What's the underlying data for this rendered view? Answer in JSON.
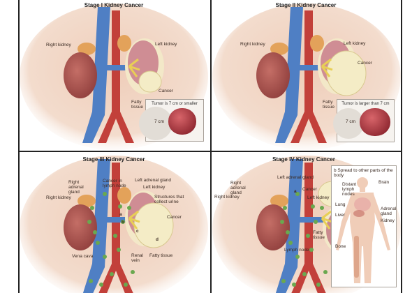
{
  "panels": [
    {
      "title": "Stage I Kidney Cancer",
      "labels": {
        "right_kidney": "Right kidney",
        "left_kidney": "Left kidney",
        "cancer": "Cancer",
        "fatty_tissue": "Fatty tissue"
      },
      "inset": {
        "caption": "Tumor is 7 cm or smaller",
        "size": "7 cm"
      }
    },
    {
      "title": "Stage II Kidney Cancer",
      "labels": {
        "right_kidney": "Right kidney",
        "left_kidney": "Left kidney",
        "cancer": "Cancer",
        "fatty_tissue": "Fatty tissue"
      },
      "inset": {
        "caption": "Tumor is larger than 7 cm",
        "size": "7 cm"
      }
    },
    {
      "title": "Stage III Kidney Cancer",
      "labels": {
        "right_adrenal_gland": "Right adrenal gland",
        "cancer_in_lymph_node": "Cancer in lymph node",
        "left_adrenal_gland": "Left adrenal gland",
        "left_kidney": "Left kidney",
        "structures": "Structures that collect urine",
        "right_kidney": "Right kidney",
        "cancer": "Cancer",
        "vena_cava": "Vena cava",
        "renal_vein": "Renal vein",
        "fatty_tissue": "Fatty tissue",
        "a": "a",
        "b": "b",
        "c": "c",
        "d": "d"
      }
    },
    {
      "title": "Stage IV Kidney Cancer",
      "labels": {
        "left_adrenal_gland": "Left adrenal gland",
        "right_adrenal_gland": "Right adrenal gland",
        "right_kidney": "Right kidney",
        "cancer": "Cancer",
        "a": "a",
        "left_kidney": "Left kidney",
        "fatty_tissue": "Fatty tissue",
        "lymph_node": "Lymph node"
      },
      "inset": {
        "caption": "b Spread to other parts of the body",
        "brain": "Brain",
        "distant_lymph_nodes": "Distant lymph nodes",
        "lung": "Lung",
        "liver": "Liver",
        "adrenal_gland": "Adrenal gland",
        "kidney": "Kidney",
        "bone": "Bone"
      }
    }
  ],
  "colors": {
    "skin": "#f1d6c6",
    "kidney": "#b15a55",
    "vein": "#4f7fc4",
    "artery": "#c2403a",
    "cancer": "#f4ecc6",
    "lymph_node": "#6aa84f",
    "adrenal": "#e3a25a"
  }
}
